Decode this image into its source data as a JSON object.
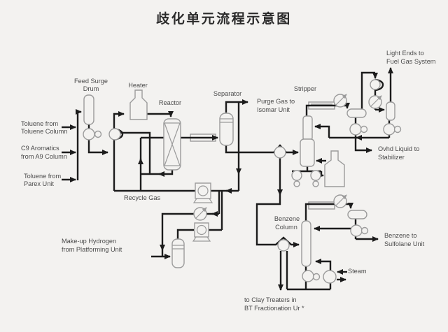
{
  "title": "歧化单元流程示意图",
  "colors": {
    "background": "#f3f2f0",
    "pipe_line": "#1c1c1c",
    "equipment_outline": "#9b9b9b",
    "label_text": "#4a4a4a",
    "title_text": "#2b2b2b"
  },
  "equipment_labels": {
    "feed_surge_drum": [
      "Feed Surge",
      "Drum"
    ],
    "heater": [
      "Heater"
    ],
    "reactor": [
      "Reactor"
    ],
    "separator": [
      "Separator"
    ],
    "stripper": [
      "Stripper"
    ],
    "benzene_column": [
      "Benzene",
      "Column"
    ]
  },
  "stream_labels": {
    "toluene_from_toluene_column": [
      "Toluene from",
      "Toluene Column"
    ],
    "c9_aromatics": [
      "C9 Aromatics",
      "from A9 Column"
    ],
    "toluene_from_parex": [
      "Toluene from",
      "Parex Unit"
    ],
    "purge_gas": [
      "Purge Gas to",
      "Isomar Unit"
    ],
    "recycle_gas": [
      "Recycle Gas"
    ],
    "makeup_hydrogen": [
      "Make-up Hydrogen",
      "from Platforming Unit"
    ],
    "light_ends": [
      "Light Ends to",
      "Fuel Gas System"
    ],
    "ovhd_liquid": [
      "Ovhd Liquid to",
      "Stabilizer"
    ],
    "benzene_product": [
      "Benzene to",
      "Sulfolane Unit"
    ],
    "steam": [
      "Steam"
    ],
    "clay_treaters": [
      "to Clay Treaters in",
      "BT Fractionation Ur *"
    ]
  }
}
